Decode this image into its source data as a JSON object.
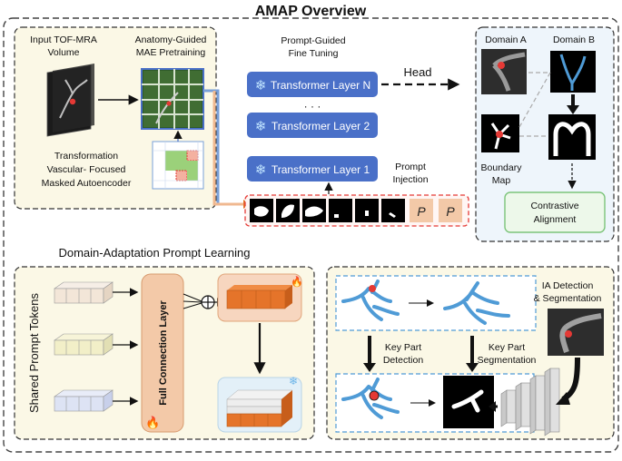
{
  "title": "AMAP Overview",
  "pretrain": {
    "input_line1": "Input TOF-MRA",
    "input_line2": "Volume",
    "mae_line1": "Anatomy-Guided",
    "mae_line2": "MAE Pretraining",
    "caption_line1": "Transformation",
    "caption_line2": "Vascular- Focused",
    "caption_line3": "Masked Autoencoder"
  },
  "finetune": {
    "title_line1": "Prompt-Guided",
    "title_line2": "Fine Tuning",
    "layers": [
      "Transformer Layer N",
      "Transformer Layer 2",
      "Transformer Layer 1"
    ],
    "ellipsis": "· · ·",
    "head": "Head",
    "prompt_line1": "Prompt",
    "prompt_line2": "Injection",
    "prompt_token": "P"
  },
  "domains": {
    "domain_a": "Domain A",
    "domain_b": "Domain B",
    "boundary_line1": "Boundary",
    "boundary_line2": "Map",
    "contrastive_line1": "Contrastive",
    "contrastive_line2": "Alignment"
  },
  "dapl": {
    "title": "Domain-Adaptation Prompt Learning",
    "shared_tokens": "Shared Prompt Tokens",
    "fc_layer": "Full Connection Layer"
  },
  "detection": {
    "title_line1": "IA Detection",
    "title_line2": "& Segmentation",
    "key_detect_line1": "Key Part",
    "key_detect_line2": "Detection",
    "key_seg_line1": "Key Part",
    "key_seg_line2": "Segmentation"
  },
  "colors": {
    "transformer_blue": "#4a70c8",
    "pretrain_bg": "#fbf8e6",
    "domain_bg": "#eef5fb",
    "fc_orange": "#f3c9a8",
    "cube_orange": "#e5742a",
    "vessel_blue": "#4f9bd6",
    "aneurysm_red": "#e53935",
    "alignment_green": "#7cc47a"
  },
  "icons": [
    "snowflake-icon",
    "fire-icon",
    "oplus-icon"
  ]
}
